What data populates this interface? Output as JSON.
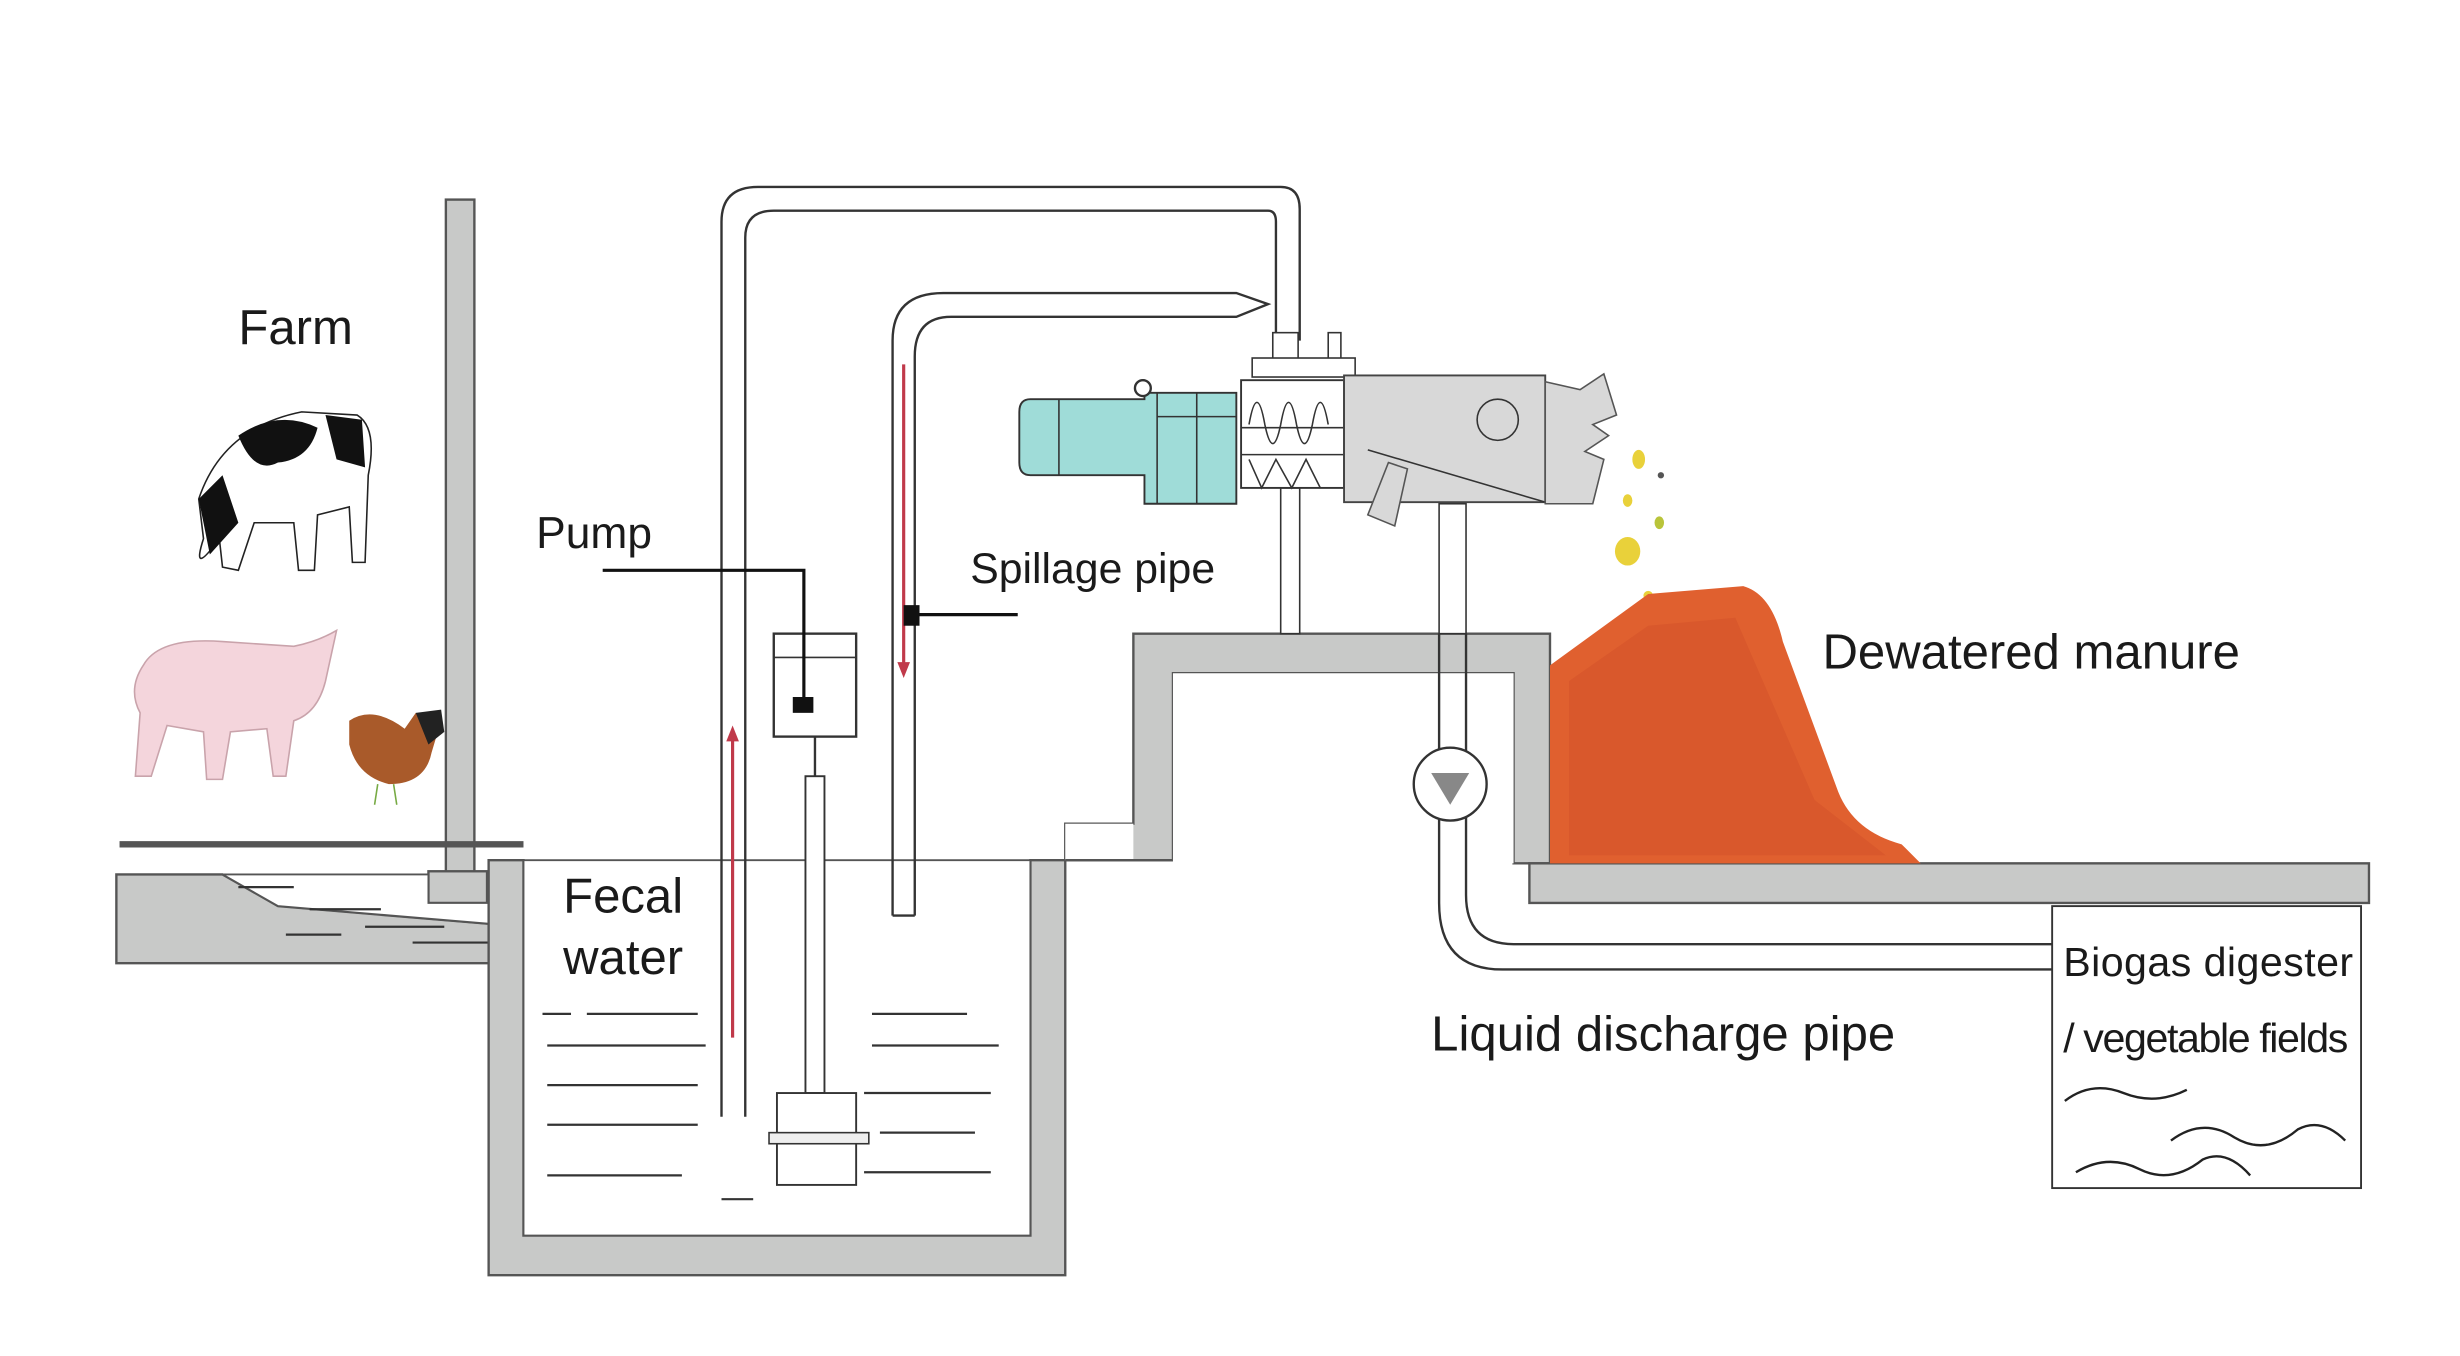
{
  "labels": {
    "farm": "Farm",
    "pump": "Pump",
    "spillage_pipe": "Spillage pipe",
    "fecal_water_1": "Fecal",
    "fecal_water_2": "water",
    "dewatered_manure": "Dewatered manure",
    "liquid_discharge_pipe": "Liquid discharge pipe",
    "biogas_1": "Biogas digester",
    "biogas_2": "/ vegetable fields"
  },
  "colors": {
    "motor": "#9fdcd8",
    "separator": "#d6d6d6",
    "manure": "#e0602f",
    "wall": "#c8c9c8",
    "flow_arrow": "#c0394a",
    "particles": "#e9d13a"
  }
}
